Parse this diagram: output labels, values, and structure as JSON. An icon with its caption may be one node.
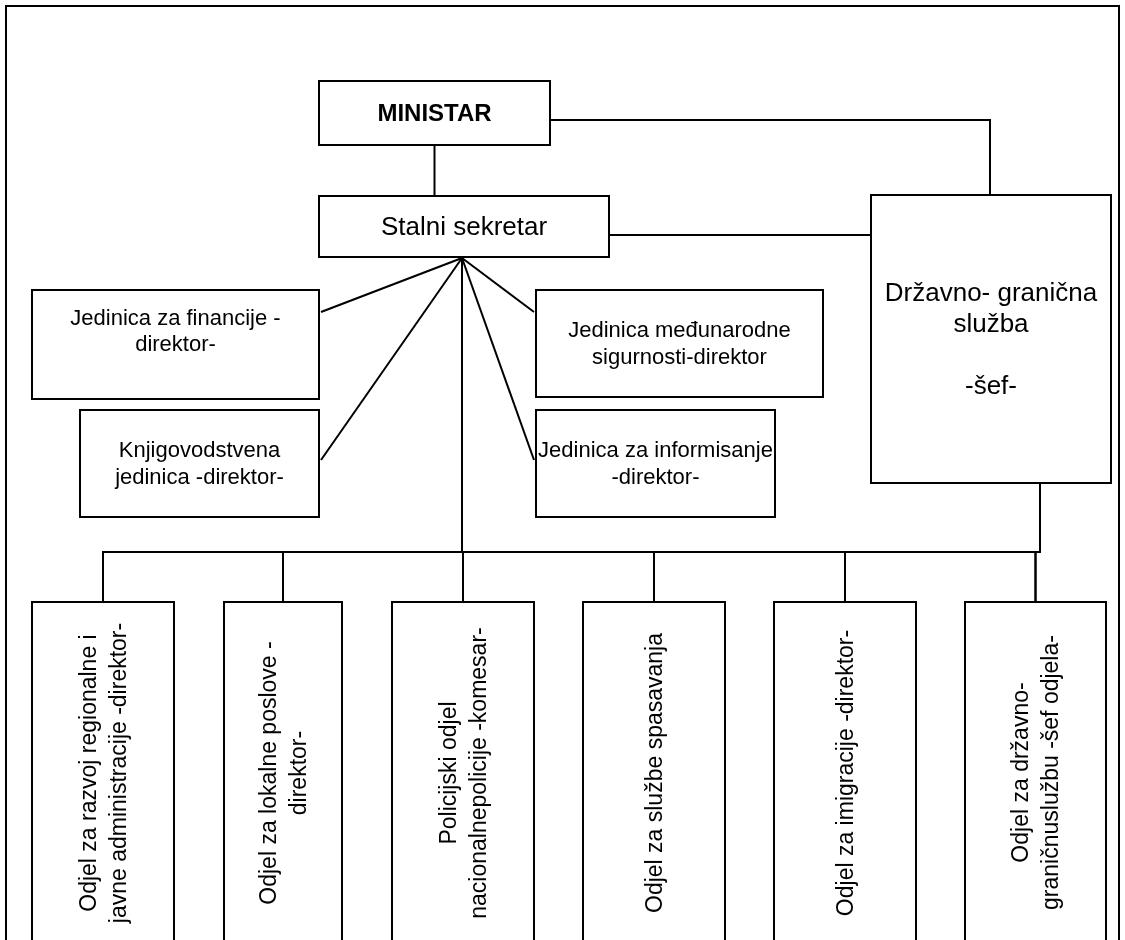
{
  "diagram": {
    "nodes": [
      {
        "text": [
          "MINISTAR"
        ]
      },
      {
        "text": [
          "Stalni sekretar"
        ]
      },
      {
        "text": [
          "Državno- granična služba",
          "-šef-"
        ]
      },
      {
        "text": [
          "Jedinica za financije -direktor-"
        ]
      },
      {
        "text": [
          "Knjigovodstvena jedinica -direktor-"
        ]
      },
      {
        "text": [
          "Jedinica međunarodne sigurnosti-direktor"
        ]
      },
      {
        "text": [
          "Jedinica za informisanje -direktor-"
        ]
      },
      {
        "text": [
          "Odjel za razvoj regionalne i javne administracije -direktor-"
        ]
      },
      {
        "text": [
          "Odjel za lokalne poslove -direktor-"
        ]
      },
      {
        "text": [
          "Policijski odjel nacionalnepolicije -komesar-"
        ]
      },
      {
        "text": [
          "Odjel za službe spasavanja"
        ]
      },
      {
        "text": [
          "Odjel za imigracije -direktor-"
        ]
      },
      {
        "text": [
          "Odjel za državno- graničnuslužbu -šef odjela-"
        ]
      }
    ],
    "edges": [
      {
        "from": 0,
        "to": 1,
        "arrow": "none"
      },
      {
        "from": 0,
        "to": 2,
        "arrow": "none"
      },
      {
        "from": 1,
        "to": 2,
        "arrow": "none"
      },
      {
        "from": 1,
        "to": 3,
        "arrow": "none"
      },
      {
        "from": 1,
        "to": 4,
        "arrow": "none"
      },
      {
        "from": 1,
        "to": 5,
        "arrow": "none"
      },
      {
        "from": 1,
        "to": 6,
        "arrow": "none"
      },
      {
        "from": 1,
        "to": 7,
        "arrow": "none"
      },
      {
        "from": 1,
        "to": 8,
        "arrow": "none"
      },
      {
        "from": 1,
        "to": 9,
        "arrow": "none"
      },
      {
        "from": 1,
        "to": 10,
        "arrow": "none"
      },
      {
        "from": 1,
        "to": 11,
        "arrow": "none"
      },
      {
        "from": 1,
        "to": 12,
        "arrow": "none"
      },
      {
        "from": 2,
        "to": 7,
        "arrow": "none"
      },
      {
        "from": 2,
        "to": 8,
        "arrow": "none"
      },
      {
        "from": 2,
        "to": 9,
        "arrow": "none"
      },
      {
        "from": 2,
        "to": 10,
        "arrow": "none"
      },
      {
        "from": 2,
        "to": 11,
        "arrow": "none"
      },
      {
        "from": 2,
        "to": 12,
        "arrow": "none"
      }
    ]
  }
}
